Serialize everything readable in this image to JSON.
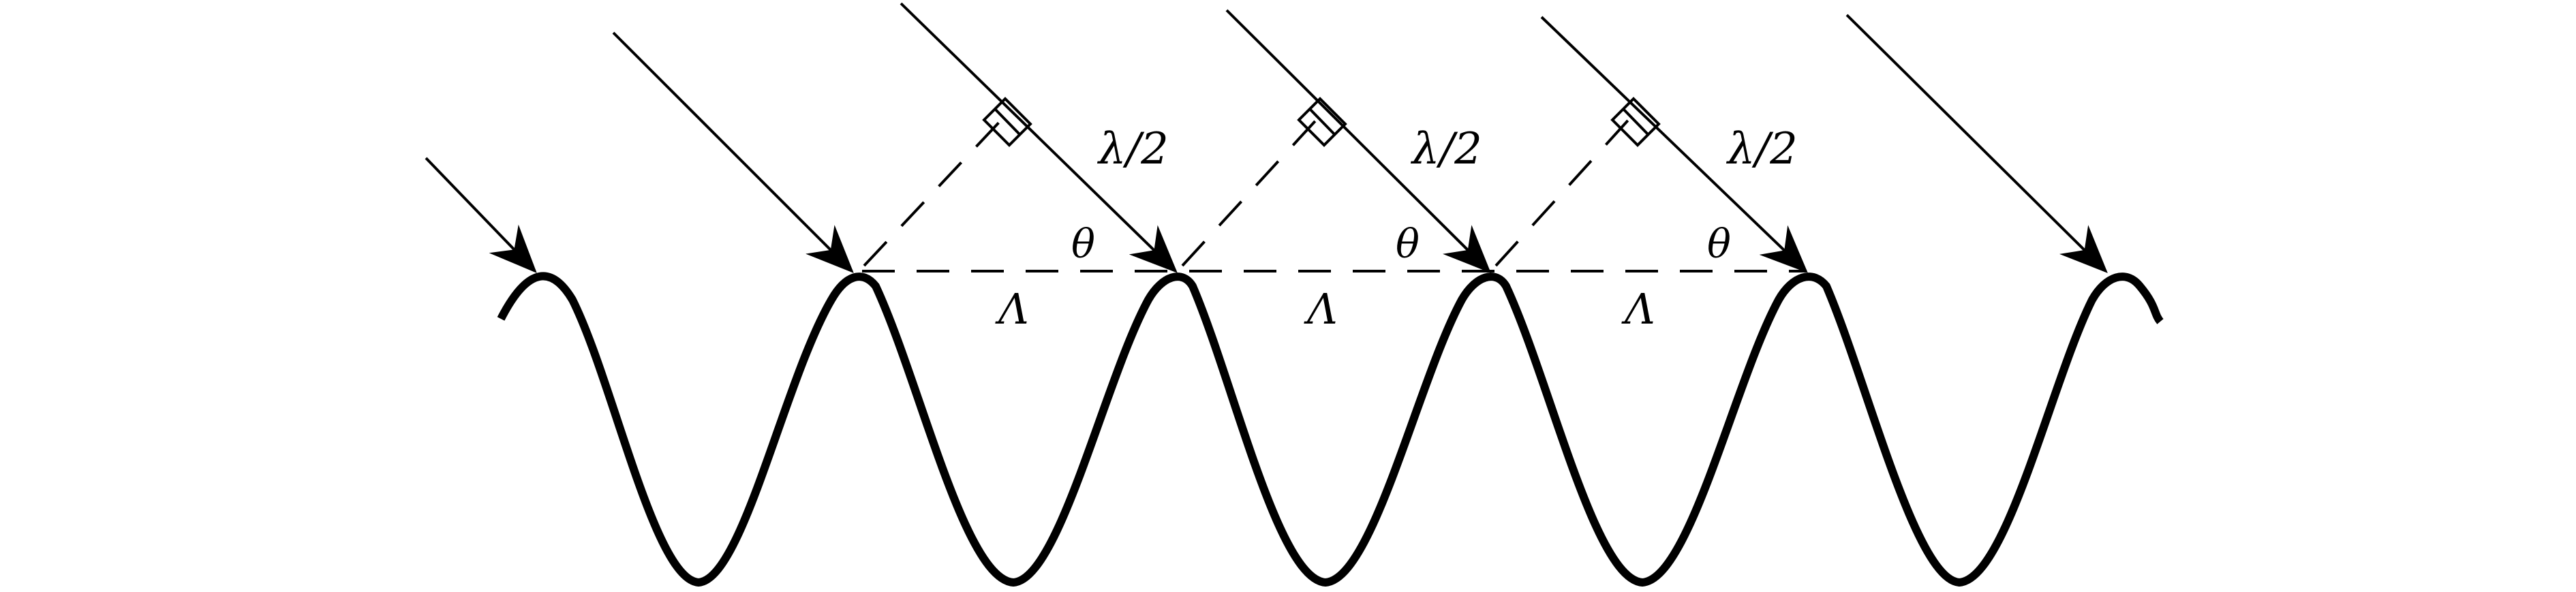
{
  "diagram": {
    "labels": {
      "half_wavelength": "λ/2",
      "angle": "θ",
      "period": "Λ"
    },
    "colors": {
      "stroke": "#000000",
      "background": "#ffffff"
    }
  }
}
